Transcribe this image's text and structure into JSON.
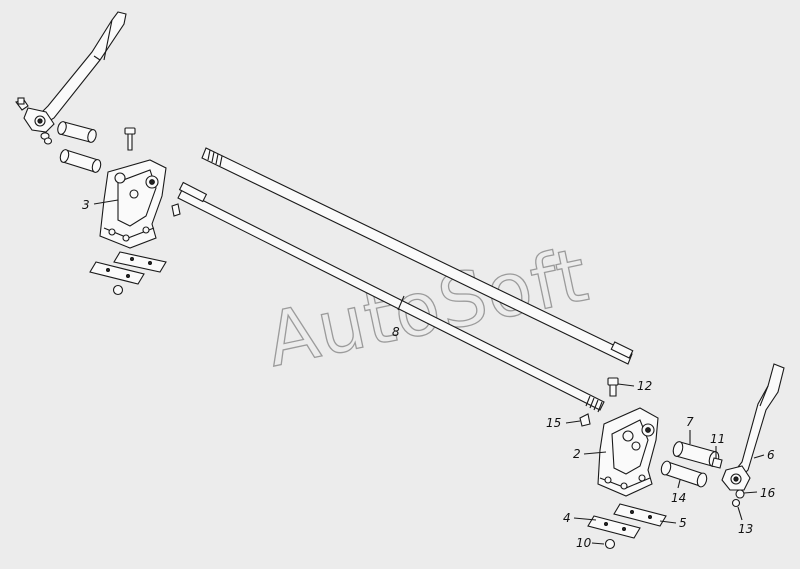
{
  "watermark": "AutoSoft",
  "callouts": [
    {
      "id": "3",
      "text": "3"
    },
    {
      "id": "8",
      "text": "8"
    },
    {
      "id": "12",
      "text": "12"
    },
    {
      "id": "15",
      "text": "15"
    },
    {
      "id": "2",
      "text": "2"
    },
    {
      "id": "7",
      "text": "7"
    },
    {
      "id": "11",
      "text": "11"
    },
    {
      "id": "6",
      "text": "6"
    },
    {
      "id": "16",
      "text": "16"
    },
    {
      "id": "14",
      "text": "14"
    },
    {
      "id": "13",
      "text": "13"
    },
    {
      "id": "4",
      "text": "4"
    },
    {
      "id": "5",
      "text": "5"
    },
    {
      "id": "10",
      "text": "10"
    }
  ],
  "colors": {
    "background": "#ececec",
    "line": "#1a1a1a",
    "watermark": "#9b9b9b"
  }
}
